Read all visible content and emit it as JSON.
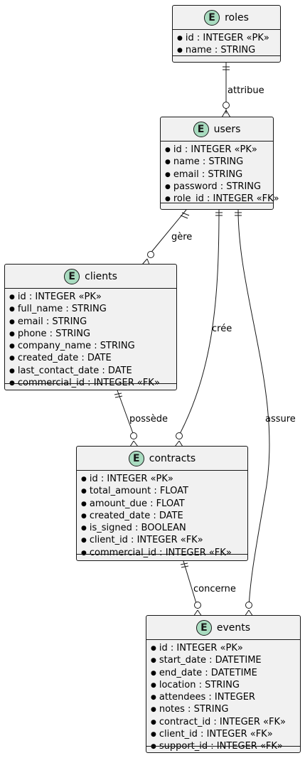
{
  "entities": {
    "roles": {
      "name": "roles",
      "badge": "E",
      "attributes": [
        "id : INTEGER «PK»",
        "name : STRING"
      ]
    },
    "users": {
      "name": "users",
      "badge": "E",
      "attributes": [
        "id : INTEGER «PK»",
        "name : STRING",
        "email : STRING",
        "password : STRING",
        "role_id : INTEGER «FK»"
      ]
    },
    "clients": {
      "name": "clients",
      "badge": "E",
      "attributes": [
        "id : INTEGER «PK»",
        "full_name : STRING",
        "email : STRING",
        "phone : STRING",
        "company_name : STRING",
        "created_date : DATE",
        "last_contact_date : DATE",
        "commercial_id : INTEGER «FK»"
      ]
    },
    "contracts": {
      "name": "contracts",
      "badge": "E",
      "attributes": [
        "id : INTEGER «PK»",
        "total_amount : FLOAT",
        "amount_due : FLOAT",
        "created_date : DATE",
        "is_signed : BOOLEAN",
        "client_id : INTEGER «FK»",
        "commercial_id : INTEGER «FK»"
      ]
    },
    "events": {
      "name": "events",
      "badge": "E",
      "attributes": [
        "id : INTEGER «PK»",
        "start_date : DATETIME",
        "end_date : DATETIME",
        "location : STRING",
        "attendees : INTEGER",
        "notes : STRING",
        "contract_id : INTEGER «FK»",
        "client_id : INTEGER «FK»",
        "support_id : INTEGER «FK»"
      ]
    }
  },
  "relations": {
    "attribue": "attribue",
    "gere": "gère",
    "cree": "crée",
    "assure": "assure",
    "possede": "possède",
    "concerne": "concerne"
  }
}
